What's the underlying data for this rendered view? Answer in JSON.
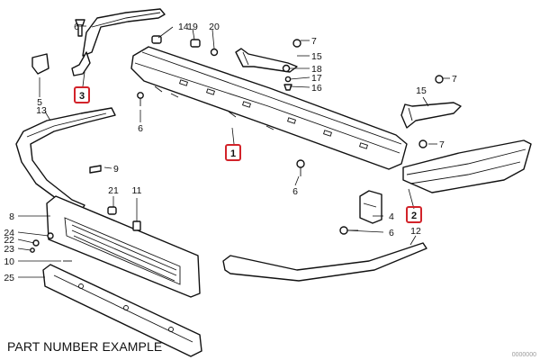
{
  "caption": "PART NUMBER EXAMPLE",
  "drawing_code": "0000000",
  "highlight_color": "#d2232a",
  "highlighted_callouts": [
    "1",
    "2",
    "3"
  ],
  "callouts": [
    "6",
    "14",
    "19",
    "20",
    "7",
    "15",
    "18",
    "17",
    "16",
    "5",
    "13",
    "6",
    "7",
    "9",
    "6",
    "4",
    "6",
    "21",
    "11",
    "8",
    "24",
    "22",
    "23",
    "10",
    "25",
    "12"
  ]
}
